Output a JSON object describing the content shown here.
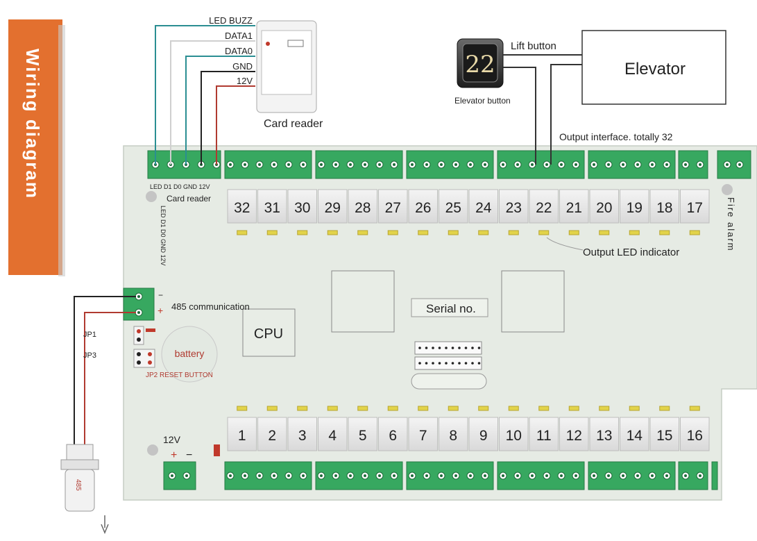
{
  "title": "Wiring diagram",
  "card_reader": {
    "label": "Card reader",
    "wires": [
      "LED BUZZ",
      "DATA1",
      "DATA0",
      "GND",
      "12V"
    ],
    "terminal_label": "LED D1 D0 GND 12V",
    "terminal_caption": "Card reader",
    "side_label": "LED D1 D0 GND 12V"
  },
  "elevator": {
    "button_number": "22",
    "lift_button_label": "Lift button",
    "elevator_button_label": "Elevator button",
    "elevator_label": "Elevator"
  },
  "board": {
    "output_interface_label": "Output interface. totally 32",
    "output_led_label": "Output LED indicator",
    "fire_alarm_label": "Fire alarm",
    "serial_label": "Serial no.",
    "cpu_label": "CPU",
    "battery_label": "battery",
    "comm_label": "485 communication",
    "minus_sign": "−",
    "plus_sign": "+",
    "jp1_label": "JP1",
    "jp3_label": "JP3",
    "jp2_reset_label": "JP2 RESET BUTTON",
    "power_label": "12V",
    "power_plus": "+",
    "power_minus": "−",
    "connector_label": "485",
    "top_outputs": [
      "32",
      "31",
      "30",
      "29",
      "28",
      "27",
      "26",
      "25",
      "24",
      "23",
      "22",
      "21",
      "20",
      "19",
      "18",
      "17"
    ],
    "bottom_outputs": [
      "1",
      "2",
      "3",
      "4",
      "5",
      "6",
      "7",
      "8",
      "9",
      "10",
      "11",
      "12",
      "13",
      "14",
      "15",
      "16"
    ]
  },
  "colors": {
    "board": "#e6ebe4",
    "terminal": "#37a860",
    "title_bg": "#e3702f",
    "wire_teal": "#2a8e92",
    "wire_red": "#b03a30",
    "led": "#e2d34a"
  }
}
